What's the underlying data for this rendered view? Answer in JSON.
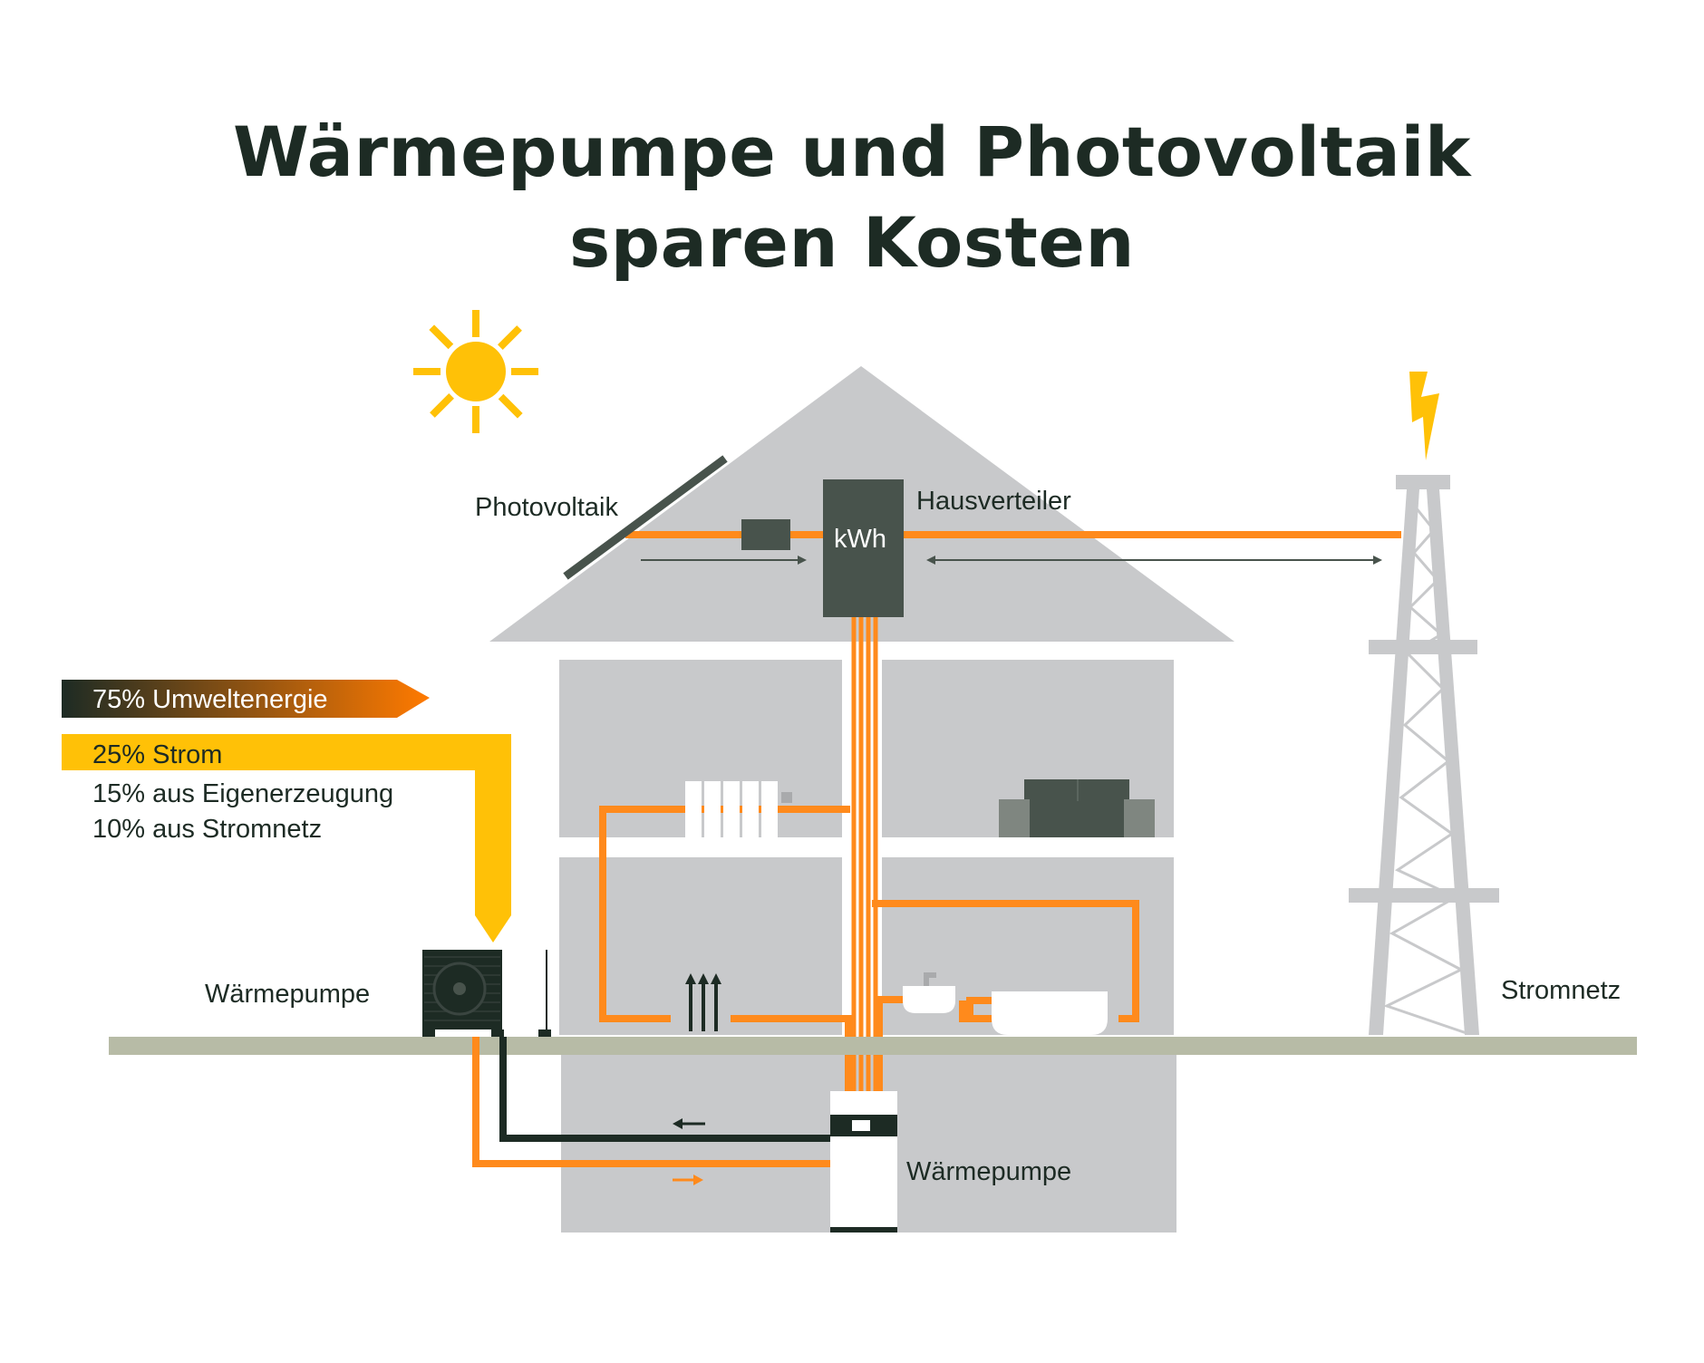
{
  "title": {
    "line1": "Wärmepumpe und Photovoltaik",
    "line2": "sparen Kosten"
  },
  "labels": {
    "photovoltaik": "Photovoltaik",
    "hausverteiler": "Hausverteiler",
    "meter": "kWh",
    "waermepumpe_outdoor": "Wärmepumpe",
    "waermepumpe_indoor": "Wärmepumpe",
    "stromnetz": "Stromnetz"
  },
  "energy_mix": {
    "umweltenergie": "75% Umweltenergie",
    "strom": "25% Strom",
    "eigenerzeugung": "15% aus Eigenerzeugung",
    "stromnetz": "10% aus Stromnetz"
  },
  "colors": {
    "orange": "#ff8a1c",
    "yellow": "#ffc107",
    "dark": "#1d2b24",
    "house_grey": "#c8c9cb",
    "ground": "#b7bba6",
    "box_dark": "#48534c"
  },
  "icons": [
    "sun-icon",
    "lightning-icon",
    "radiator-icon",
    "sofa-icon",
    "sink-icon",
    "bathtub-icon",
    "fan-icon"
  ]
}
